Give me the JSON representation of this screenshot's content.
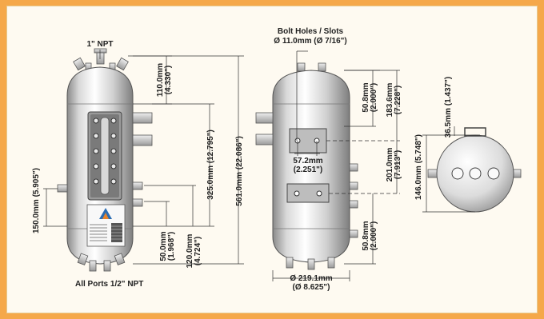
{
  "labels": {
    "top_port": "1\" NPT",
    "bottom_ports": "All Ports 1/2\" NPT",
    "bolt_holes_title": "Bolt Holes / Slots",
    "bolt_holes_dia": "Ø 11.0mm (Ø 7/16\")",
    "dim_110": "110.0mm",
    "dim_110_in": "(4.330\")",
    "dim_325": "325.0mm (12.795\")",
    "dim_561": "561.0mm (22.086\")",
    "dim_150": "150.0mm (5.905\")",
    "dim_50_left": "50.0mm",
    "dim_50_left_in": "(1.968\")",
    "dim_120": "120.0mm",
    "dim_120_in": "(4.724\")",
    "dim_57": "57.2mm",
    "dim_57_in": "(2.251\")",
    "dim_508_top": "50.8mm",
    "dim_508_top_in": "(2.000\")",
    "dim_1836": "183.6mm",
    "dim_1836_in": "(7.228\")",
    "dim_201": "201.0mm",
    "dim_201_in": "(7.913\")",
    "dim_508_bot": "50.8mm",
    "dim_508_bot_in": "(2.000\")",
    "dim_2191": "Ø 219.1mm",
    "dim_2191_in": "(Ø 8.625\")",
    "dim_365": "36.5mm (1.437\")",
    "dim_146": "146.0mm (5.748\")"
  },
  "colors": {
    "background": "#f5a84a",
    "panel": "#fefaf1",
    "steel_light": "#f4f4f4",
    "steel_dark": "#8c8c8c",
    "logo_blue": "#2a6cb3",
    "logo_orange": "#e8842a"
  }
}
